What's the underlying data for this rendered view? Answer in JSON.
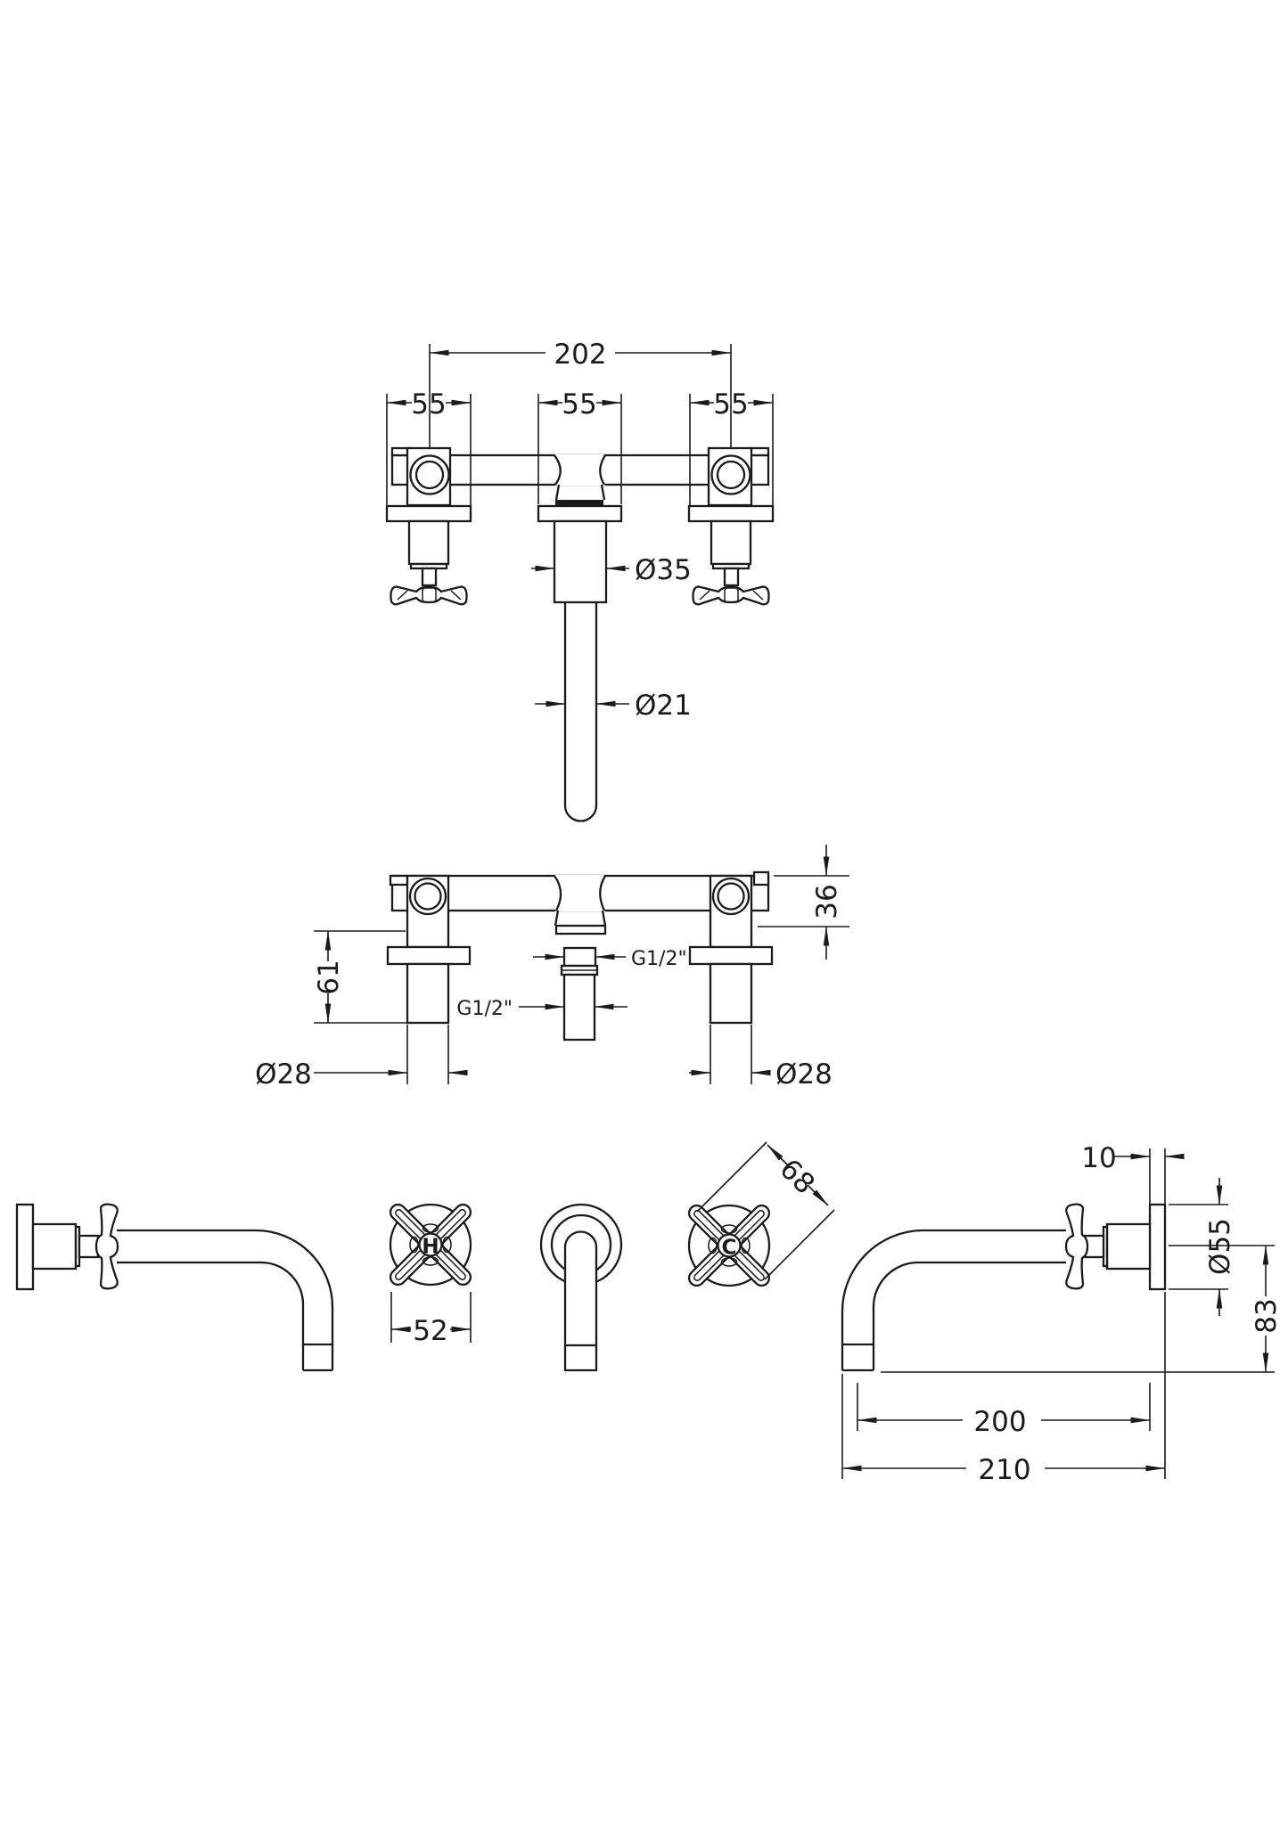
{
  "page": {
    "background": "#ffffff",
    "line_color": "#1b1b1b"
  },
  "views": {
    "front_installed": {
      "dims": {
        "hole_spacing": "202",
        "escutcheon_left": "55",
        "escutcheon_center": "55",
        "escutcheon_right": "55",
        "spout_body_diameter": "Ø35",
        "spout_tube_diameter": "Ø21"
      }
    },
    "rear_plumbing": {
      "dims": {
        "body_depth": "36",
        "tail_length": "61",
        "inlet_thread_top": "G1/2\"",
        "inlet_thread_bottom": "G1/2\"",
        "tail_diameter_left": "Ø28",
        "tail_diameter_right": "Ø28"
      }
    },
    "components": {
      "hot_handle_label": "H",
      "cold_handle_label": "C",
      "dims": {
        "handle_width": "52",
        "handle_diagonal": "68"
      }
    },
    "side_projection": {
      "dims": {
        "flange_thickness": "10",
        "flange_diameter": "Ø55",
        "spout_drop": "83",
        "spout_reach": "200",
        "spout_total_projection": "210"
      }
    }
  }
}
